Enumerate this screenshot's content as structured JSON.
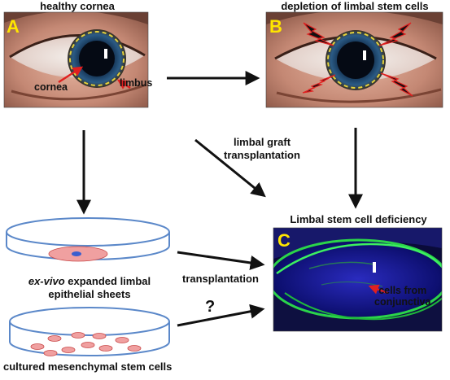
{
  "panels": {
    "a": {
      "letter": "A",
      "title": "healthy cornea",
      "cornea_label": "cornea",
      "limbus_label": "limbus"
    },
    "b": {
      "letter": "B",
      "title": "depletion of limbal stem cells"
    },
    "c": {
      "letter": "C",
      "title": "Limbal stem cell deficiency",
      "cells_label_line1": "cells from",
      "cells_label_line2": "conjunctiva"
    }
  },
  "labels": {
    "graft_line1": "limbal graft",
    "graft_line2": "transplantation",
    "exvivo_italic": "ex-vivo",
    "exvivo_rest": " expanded limbal",
    "exvivo_line2": "epithelial sheets",
    "transplantation": "transplantation",
    "question": "?",
    "mesenchymal": "cultured mesenchymal stem cells"
  },
  "colors": {
    "letter": "#ffe600",
    "dashed_ring": "#e6d23a",
    "pointer_arrow": "#e02020",
    "dish_outline": "#5b88c9",
    "cell": "#f0a0a0",
    "fluorescein": "#2bd44a"
  }
}
